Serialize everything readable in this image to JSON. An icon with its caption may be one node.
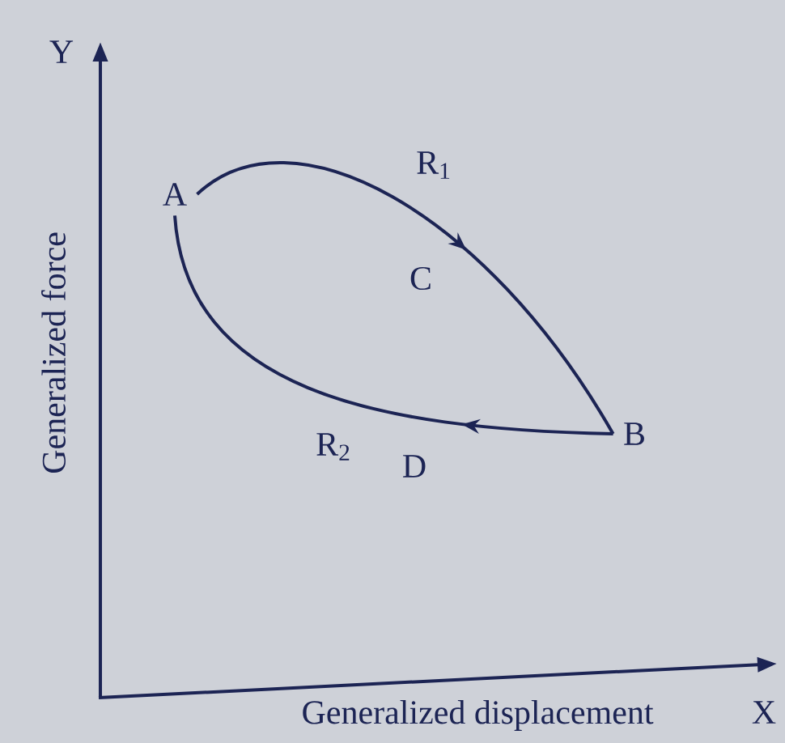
{
  "diagram": {
    "nodes": [
      {
        "text": [
          "A"
        ]
      },
      {
        "text": [
          "B"
        ]
      }
    ],
    "edges": [
      {
        "from": 0,
        "to": 1,
        "arrow": "to",
        "label": "R$_{1}$"
      },
      {
        "from": 1,
        "to": 0,
        "arrow": "to",
        "label": "R$_{2}$"
      }
    ],
    "labels": [
      "Y",
      "Generalized force",
      "C",
      "D",
      "Generalized displacement",
      "X"
    ]
  }
}
